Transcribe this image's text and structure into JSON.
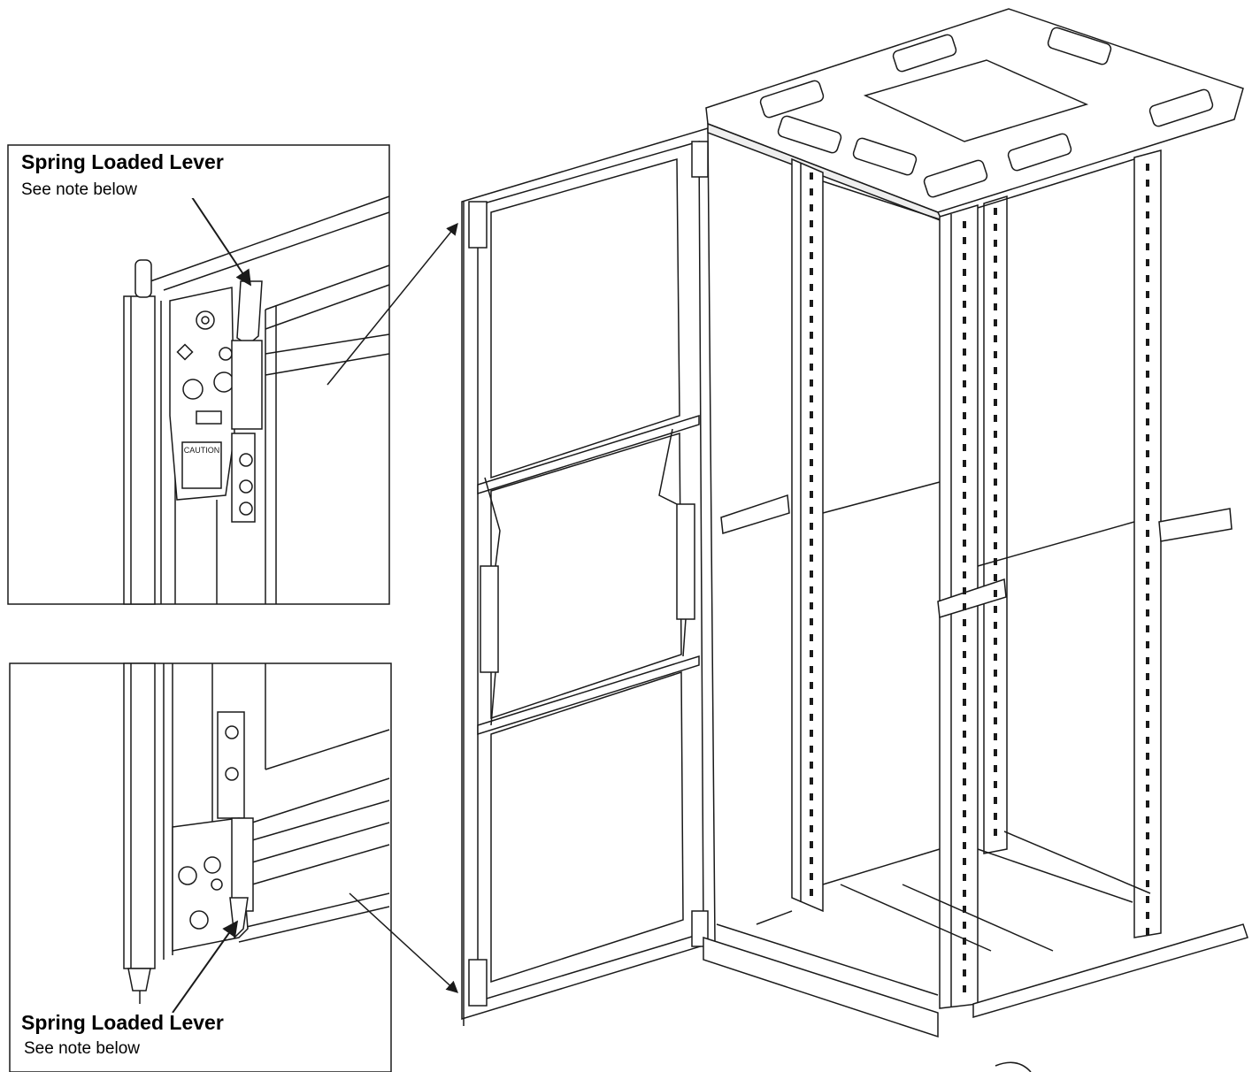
{
  "top_callout": {
    "title": "Spring Loaded Lever",
    "note": "See note below"
  },
  "bottom_callout": {
    "title": "Spring Loaded Lever",
    "note": "See note below"
  },
  "inset_top": {
    "caution_label": "CAUTION"
  },
  "colors": {
    "line": "#1a1a1a",
    "fill": "#ffffff",
    "shade": "#e8e8e8"
  }
}
